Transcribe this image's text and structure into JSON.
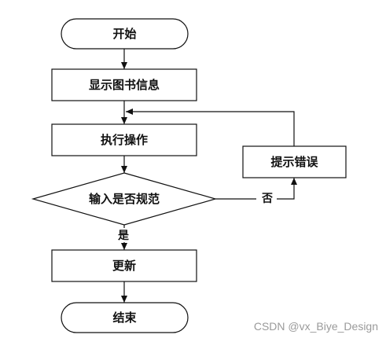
{
  "flowchart": {
    "start": "开始",
    "display_book_info": "显示图书信息",
    "perform_operation": "执行操作",
    "input_valid_question": "输入是否规范",
    "show_error": "提示错误",
    "update": "更新",
    "end": "结束",
    "edge_no": "否",
    "edge_yes": "是"
  },
  "watermark": "CSDN @vx_Biye_Design",
  "colors": {
    "stroke": "#111111",
    "background": "#ffffff",
    "watermark": "#9a9a9a"
  }
}
